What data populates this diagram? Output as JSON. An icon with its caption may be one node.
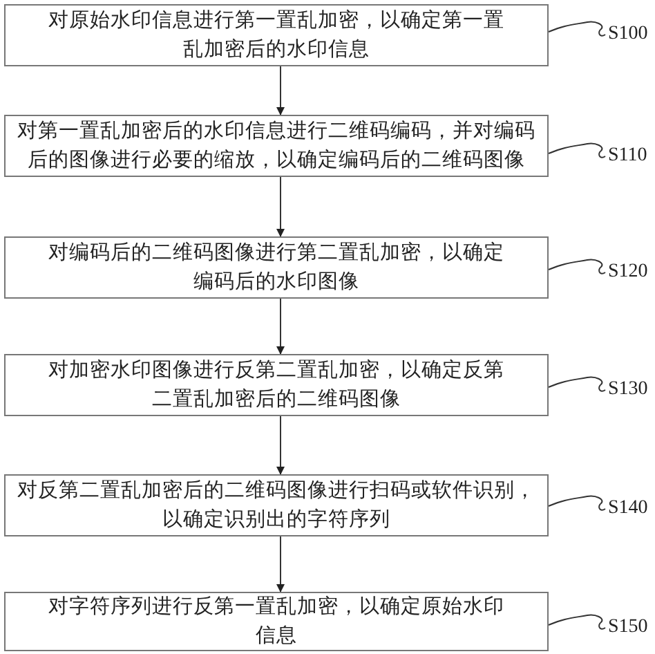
{
  "diagram": {
    "nodes": [
      {
        "text": [
          "对原始水印信息进行第一置乱加密，以确定第一置乱加密后的水印信息"
        ]
      },
      {
        "text": [
          "S100"
        ]
      },
      {
        "text": [
          "对第一置乱加密后的水印信息进行二维码编码，并对编码后的图像进行必要的缩放，以确定编码后的二维码图像"
        ]
      },
      {
        "text": [
          "S110"
        ]
      },
      {
        "text": [
          "对编码后的二维码图像进行第二置乱加密，以确定编码后的水印图像"
        ]
      },
      {
        "text": [
          "S120"
        ]
      },
      {
        "text": [
          "对加密水印图像进行反第二置乱加密，以确定反第二置乱加密后的二维码图像"
        ]
      },
      {
        "text": [
          "S130"
        ]
      },
      {
        "text": [
          "对反第二置乱加密后的二维码图像进行扫码或软件识别，以确定识别出的字符序列"
        ]
      },
      {
        "text": [
          "S140"
        ]
      },
      {
        "text": [
          "对字符序列进行反第一置乱加密，以确定原始水印信息"
        ]
      },
      {
        "text": [
          "S150"
        ]
      }
    ],
    "edges": [
      {
        "from": 0,
        "to": 2,
        "arrow": "to"
      },
      {
        "from": 2,
        "to": 4,
        "arrow": "to"
      },
      {
        "from": 4,
        "to": 6,
        "arrow": "to"
      },
      {
        "from": 6,
        "to": 8,
        "arrow": "to"
      },
      {
        "from": 8,
        "to": 10,
        "arrow": "to"
      },
      {
        "from": 1,
        "to": 0,
        "arrow": "none"
      },
      {
        "from": 3,
        "to": 2,
        "arrow": "none"
      },
      {
        "from": 5,
        "to": 4,
        "arrow": "none"
      },
      {
        "from": 7,
        "to": 6,
        "arrow": "none"
      },
      {
        "from": 9,
        "to": 8,
        "arrow": "none"
      },
      {
        "from": 11,
        "to": 10,
        "arrow": "none"
      }
    ]
  }
}
